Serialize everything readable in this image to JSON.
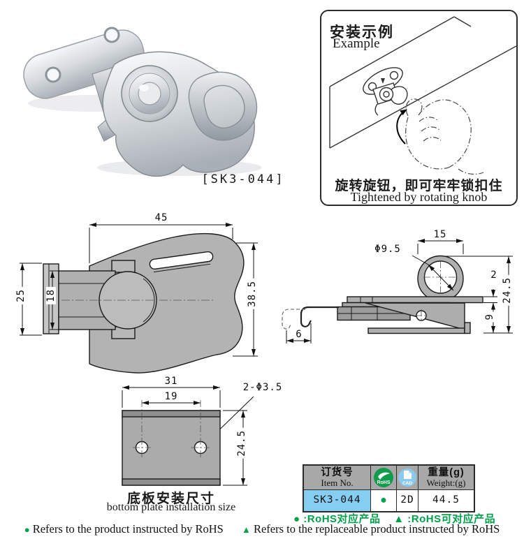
{
  "product": {
    "model": "[SK3-044]"
  },
  "example": {
    "title_zh": "安装示例",
    "title_en": "Example",
    "caption_zh": "旋转旋钮，即可牢牢锁扣住",
    "caption_en": "Tightened by rotating knob"
  },
  "drawings": {
    "front_view": {
      "width": "45",
      "clamp_height": "25",
      "inner_height": "18",
      "body_length": "38.5"
    },
    "side_view": {
      "ring_width": "15",
      "ring_hole_dia": "Φ9.5",
      "plate_thickness": "2",
      "overall_height": "24.5",
      "base_height": "9",
      "hook_depth": "6"
    },
    "bottom_plate": {
      "width": "31",
      "hole_spacing": "19",
      "holes": "2-Φ3.5",
      "height": "24.5",
      "caption_zh": "底板安装尺寸",
      "caption_en": "bottom plate installation size"
    }
  },
  "spec_table": {
    "header": {
      "item_zh": "订货号",
      "item_en": "Item No.",
      "rohs_badge": "RoHS",
      "cad_badge": "CAD",
      "weight_zh": "重量(g)",
      "weight_en": "Weight:(g)"
    },
    "row": {
      "item_no": "SK3-044",
      "rohs_mark": "●",
      "cad": "2D",
      "weight": "44.5"
    }
  },
  "legend": {
    "zh_dot": "● :RoHS对应产品",
    "zh_tri": "▲ :RoHS可对应产品",
    "en_dot_symbol": "●",
    "en_dot_text": " Refers to the product instructed by RoHS",
    "en_tri_symbol": "▲",
    "en_tri_text": " Refers to the replaceable product instructed by RoHS"
  },
  "colors": {
    "legend_green": "#00A04A",
    "rohs_green": "#119C4B",
    "cad_blue": "#8CCAEC",
    "row_highlight_blue": "#85CEF2",
    "table_header_gray": "#A8A8A8",
    "drawing_fill_gray": "#B0B0B0"
  }
}
